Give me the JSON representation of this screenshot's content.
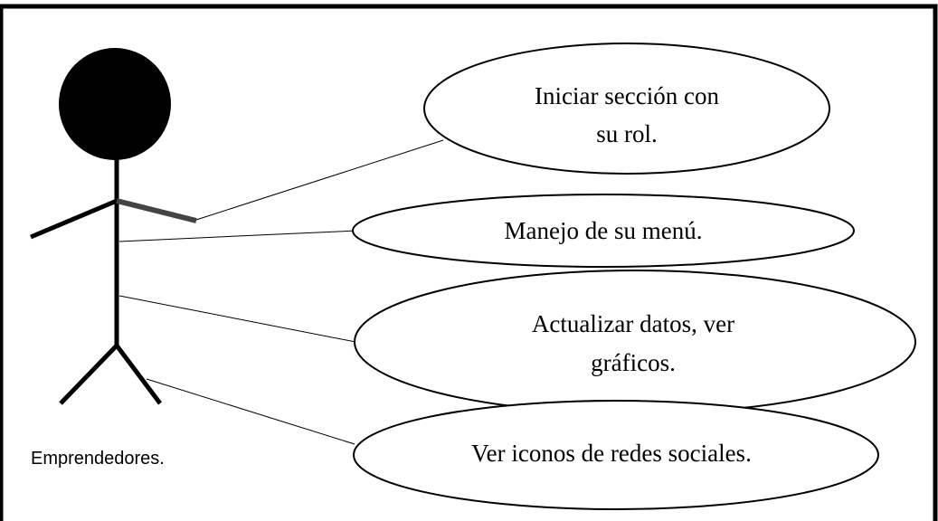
{
  "actor": {
    "label": "Emprendedores."
  },
  "use_cases": [
    {
      "lines": [
        "Iniciar sección con",
        "su rol."
      ]
    },
    {
      "lines": [
        "Manejo de su menú."
      ]
    },
    {
      "lines": [
        "Actualizar datos, ver",
        "gráficos."
      ]
    },
    {
      "lines": [
        "Ver iconos de redes sociales."
      ]
    }
  ]
}
